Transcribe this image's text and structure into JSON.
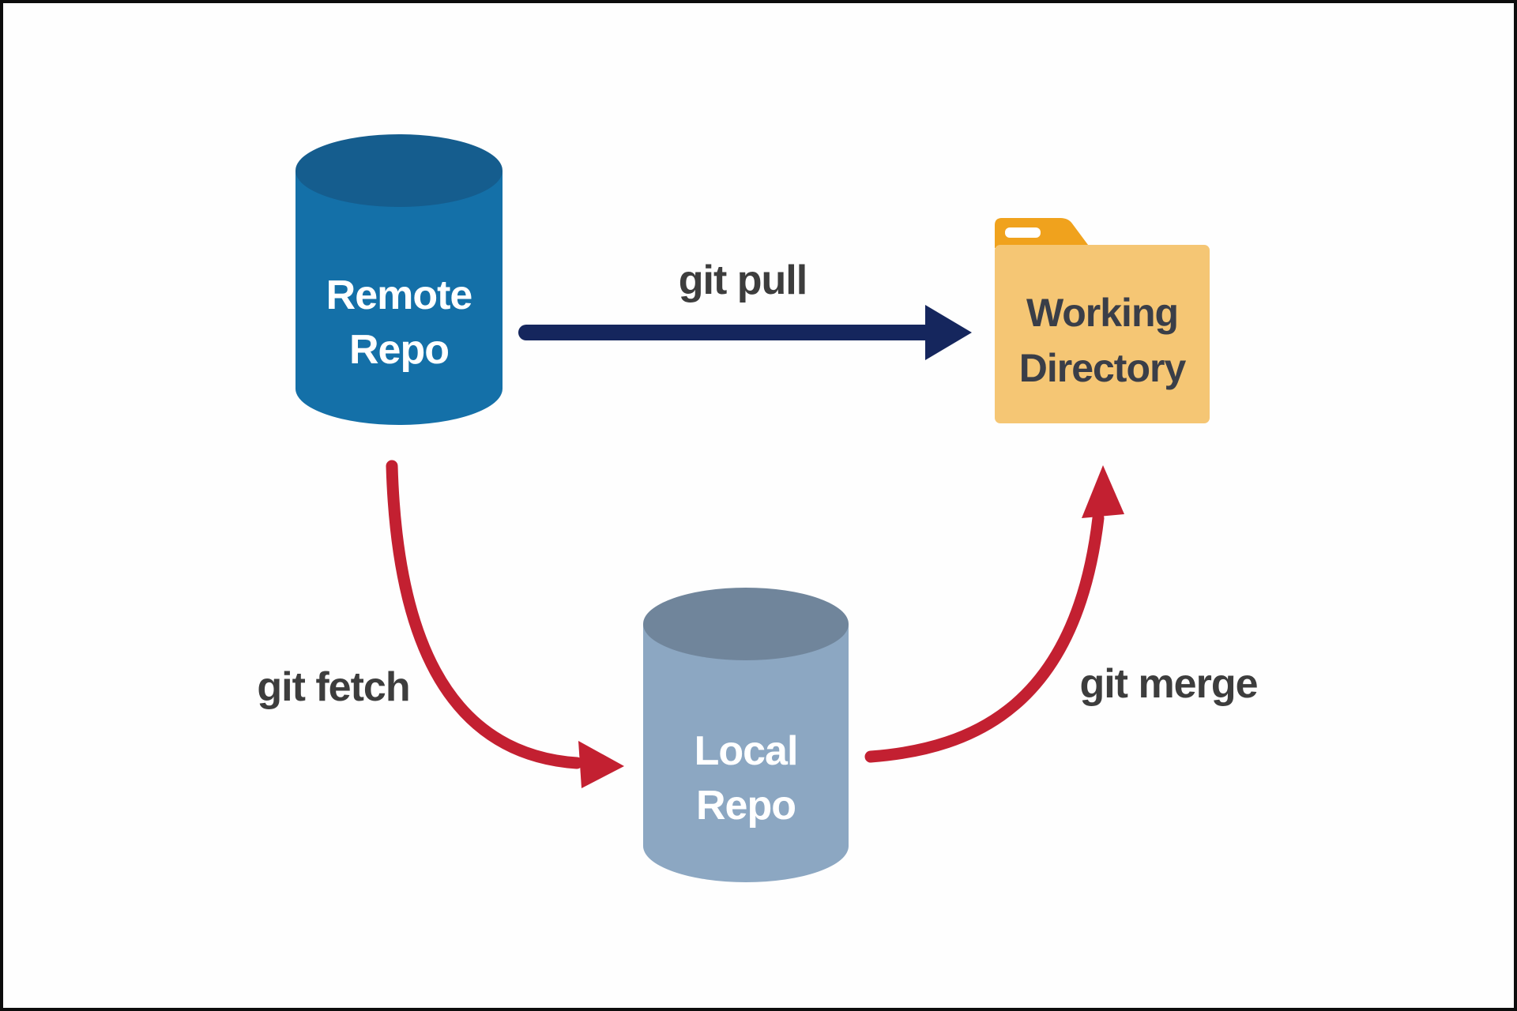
{
  "nodes": {
    "remote_repo": {
      "label": "Remote\nRepo",
      "shape": "cylinder",
      "body_color": "#1470a8",
      "top_color": "#155d8e",
      "text_color": "#ffffff"
    },
    "local_repo": {
      "label": "Local\nRepo",
      "shape": "cylinder",
      "body_color": "#8ca7c2",
      "top_color": "#70859b",
      "text_color": "#ffffff"
    },
    "working_directory": {
      "label": "Working\nDirectory",
      "shape": "folder",
      "tab_color": "#f0a21d",
      "body_color": "#f5c674",
      "tab_dash_color": "#ffffff",
      "text_color": "#3a3e48"
    }
  },
  "edges": {
    "git_pull": {
      "label": "git pull",
      "color": "#15265d",
      "from": "Remote Repo",
      "to": "Working Directory",
      "style": "straight"
    },
    "git_fetch": {
      "label": "git fetch",
      "color": "#c32031",
      "from": "Remote Repo",
      "to": "Local Repo",
      "style": "curved"
    },
    "git_merge": {
      "label": "git merge",
      "color": "#c32031",
      "from": "Local Repo",
      "to": "Working Directory",
      "style": "curved"
    }
  },
  "edge_label_color": "#3d3d3d",
  "background_color": "#fefefe",
  "border_color": "#0d0d0d"
}
